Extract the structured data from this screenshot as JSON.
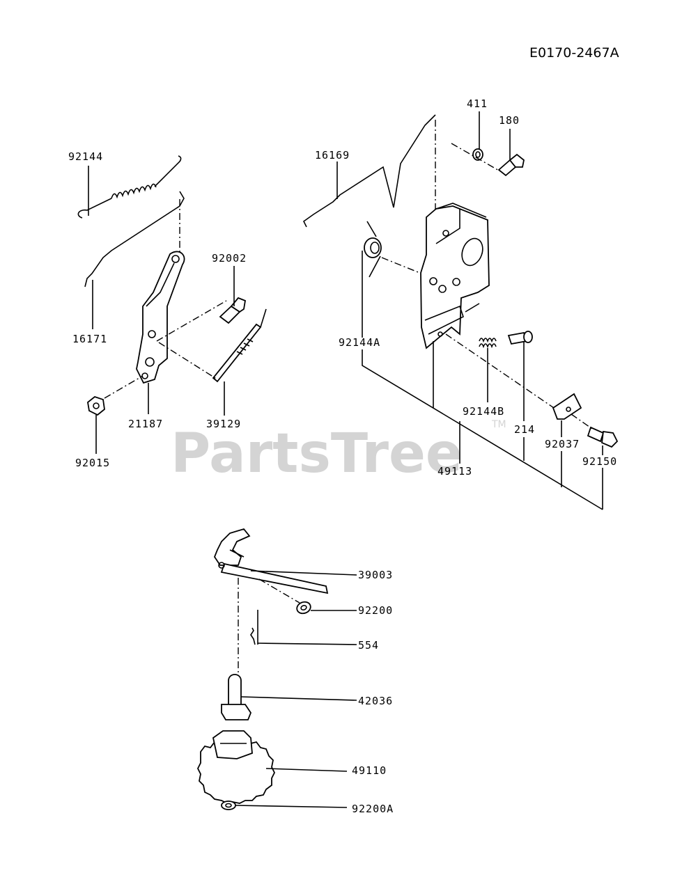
{
  "diagram_code": "E0170-2467A",
  "watermark": {
    "text": "PartsTree",
    "trademark": "TM"
  },
  "parts": {
    "p92144": "92144",
    "p16171": "16171",
    "p92002": "92002",
    "p21187": "21187",
    "p39129": "39129",
    "p92015": "92015",
    "p16169": "16169",
    "p411": "411",
    "p180": "180",
    "p92144A": "92144A",
    "p92144B": "92144B",
    "p214": "214",
    "p92037": "92037",
    "p92150": "92150",
    "p49113": "49113",
    "p39003": "39003",
    "p92200": "92200",
    "p554": "554",
    "p42036": "42036",
    "p49110": "49110",
    "p92200A": "92200A"
  }
}
